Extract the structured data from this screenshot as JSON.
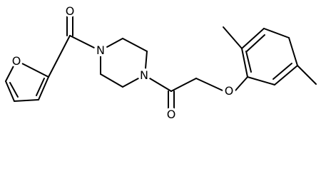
{
  "molecule": {
    "atoms": [
      {
        "id": "furan-O",
        "symbol": "O"
      },
      {
        "id": "carbonyl-O-left",
        "symbol": "O"
      },
      {
        "id": "piperazine-N1",
        "symbol": "N"
      },
      {
        "id": "piperazine-N4",
        "symbol": "N"
      },
      {
        "id": "carbonyl-O-right",
        "symbol": "O"
      },
      {
        "id": "ether-O",
        "symbol": "O"
      }
    ],
    "colors": {
      "bond": "#000000",
      "label": "#000000",
      "background": "#ffffff"
    }
  }
}
